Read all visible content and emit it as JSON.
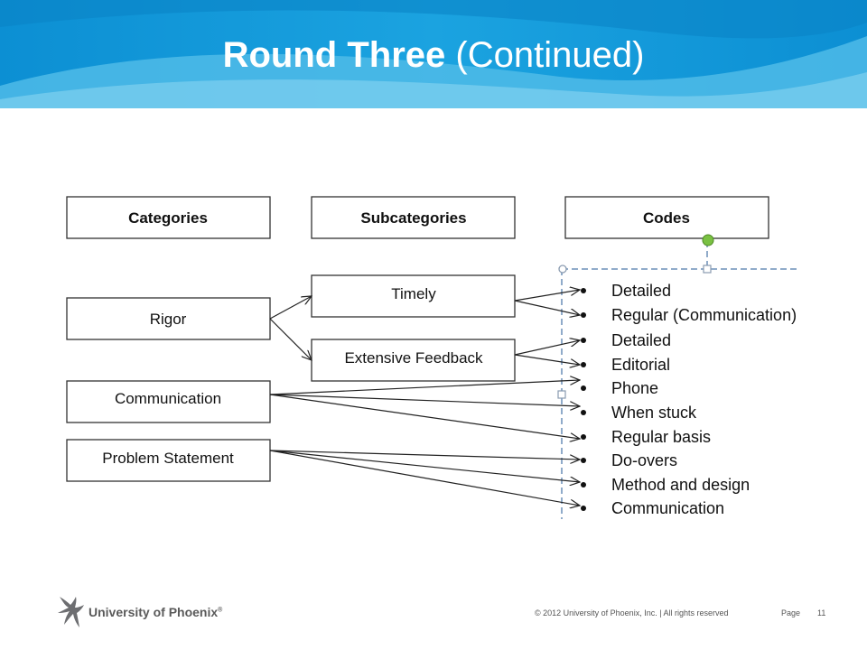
{
  "slide": {
    "title_bold": "Round Three",
    "title_rest": " (Continued)"
  },
  "colors": {
    "header_dark": "#0e93d6",
    "header_light": "#5cc3ea",
    "selection_dash": "#6b8fb8",
    "handle_green": "#7ac142"
  },
  "diagram": {
    "headers": [
      "Categories",
      "Subcategories",
      "Codes"
    ],
    "categories": [
      "Rigor",
      "Communication",
      "Problem Statement"
    ],
    "subcategories": [
      "Timely",
      "Extensive Feedback"
    ],
    "codes": [
      "Detailed",
      "Regular (Communication)",
      "Detailed",
      "Editorial",
      "Phone",
      "When stuck",
      "Regular basis",
      "Do-overs",
      "Method and design",
      "Communication"
    ]
  },
  "footer": {
    "logo_text": "University of Phoenix",
    "logo_mark": "®",
    "copyright": "© 2012 University of Phoenix, Inc. | All rights reserved",
    "page_label": "Page",
    "page_number": "11"
  }
}
